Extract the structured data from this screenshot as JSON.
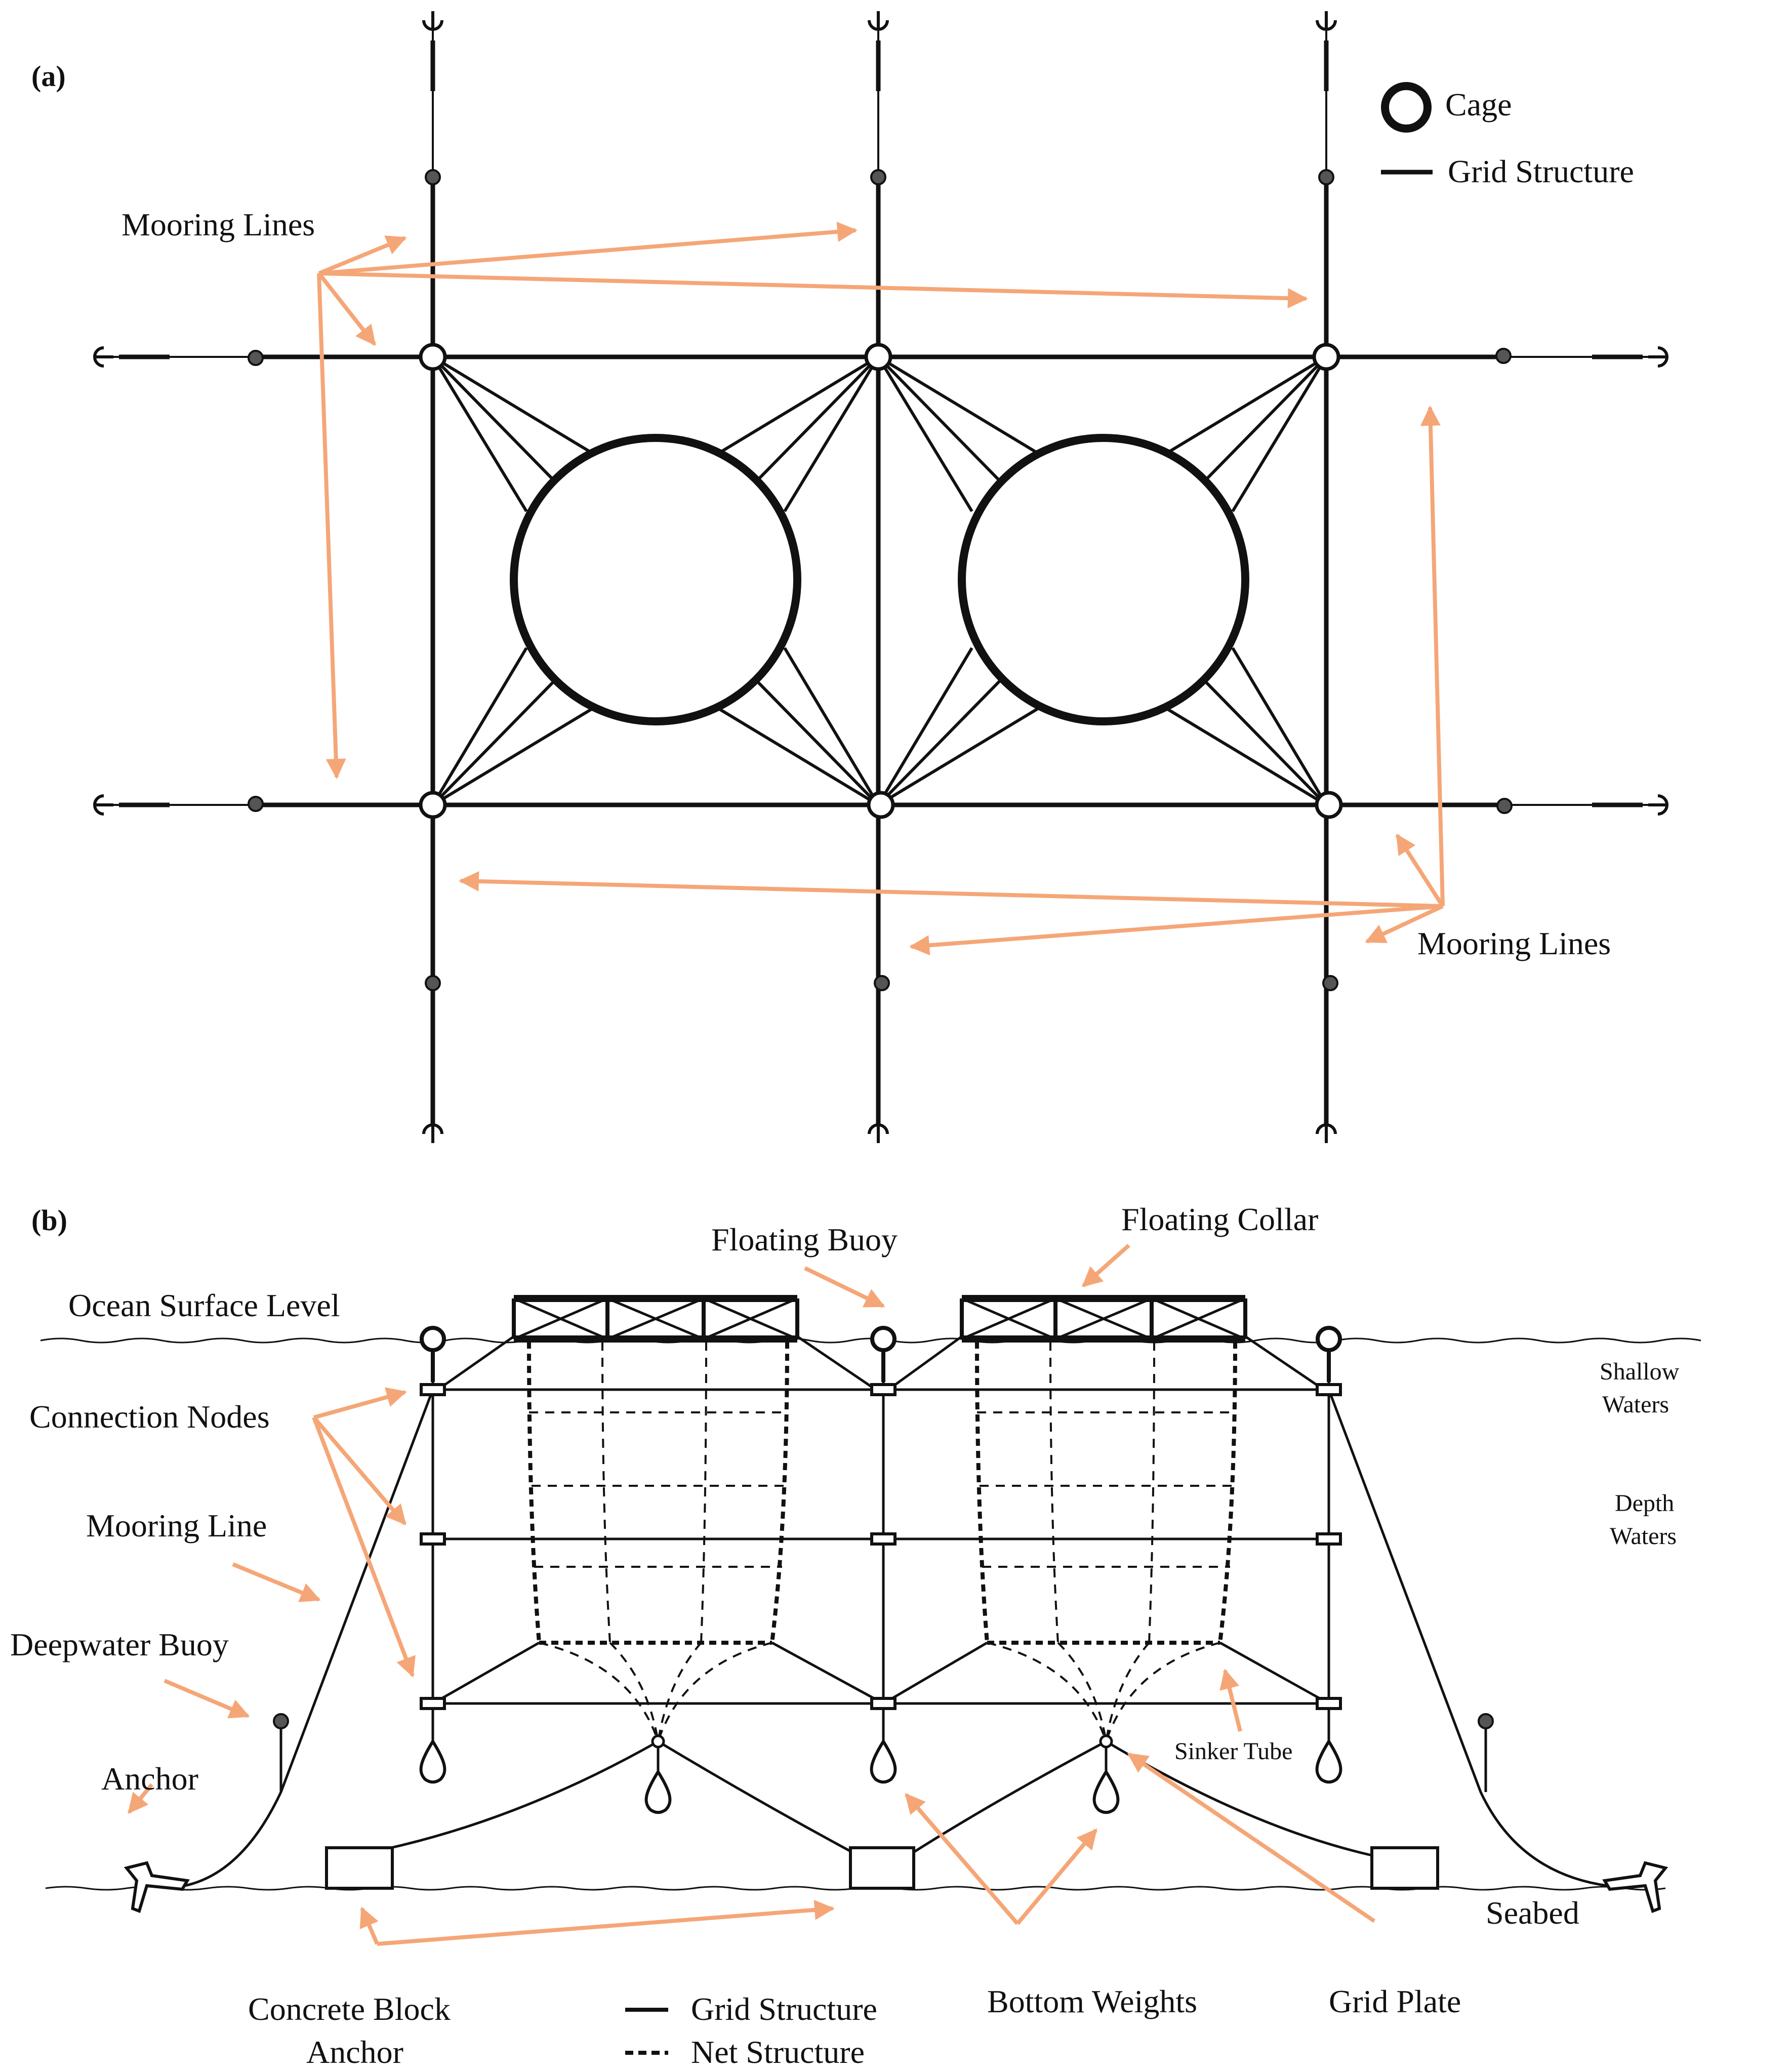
{
  "panel_a": {
    "label": "(a)",
    "legend": {
      "cage": "Cage",
      "grid": "Grid Structure"
    },
    "mooring_label_top": "Mooring Lines",
    "mooring_label_bottom": "Mooring Lines"
  },
  "panel_b": {
    "label": "(b)",
    "ocean_surface": "Ocean Surface Level",
    "floating_buoy": "Floating Buoy",
    "floating_collar": "Floating Collar",
    "shallow_waters": [
      "Shallow",
      "Waters"
    ],
    "depth_waters": [
      "Depth",
      "Waters"
    ],
    "connection_nodes": "Connection Nodes",
    "mooring_line": "Mooring Line",
    "deepwater_buoy": "Deepwater Buoy",
    "anchor": "Anchor",
    "sinker_tube": "Sinker Tube",
    "seabed": "Seabed",
    "concrete_block": [
      "Concrete Block",
      "Anchor"
    ],
    "legend": {
      "grid": "Grid Structure",
      "net": "Net Structure"
    },
    "bottom_weights": "Bottom Weights",
    "grid_plate": "Grid Plate"
  },
  "colors": {
    "arrow": "#f5a677",
    "line": "#111111",
    "buoy": "#555555"
  }
}
